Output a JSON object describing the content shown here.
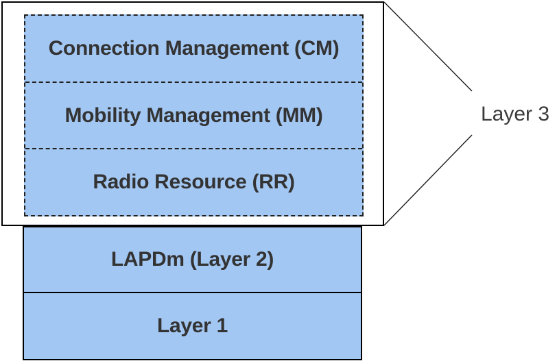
{
  "colors": {
    "box_fill": "#a3c7f3",
    "box_border": "#000000",
    "dashed_border": "#1f1f1f",
    "label_text": "#333333",
    "callout_text": "#3a3a3a",
    "background": "#ffffff"
  },
  "layer3_group": {
    "callout_label": "Layer 3",
    "sublayers": [
      {
        "label": "Connection Management (CM)"
      },
      {
        "label": "Mobility Management (MM)"
      },
      {
        "label": "Radio Resource (RR)"
      }
    ]
  },
  "lower_layers": [
    {
      "label": "LAPDm (Layer 2)"
    },
    {
      "label": "Layer 1"
    }
  ]
}
